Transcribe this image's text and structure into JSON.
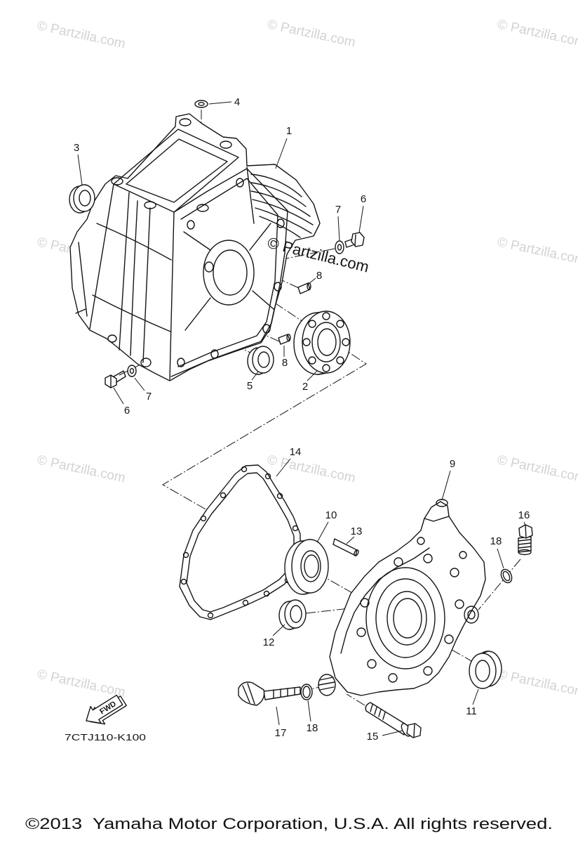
{
  "watermark": "© Partzilla.com",
  "center_watermark": "© Partzilla.com",
  "callouts": [
    "4",
    "1",
    "3",
    "7",
    "6",
    "8",
    "8",
    "5",
    "2",
    "6",
    "7",
    "14",
    "9",
    "10",
    "13",
    "16",
    "18",
    "12",
    "11",
    "17",
    "18",
    "15"
  ],
  "fwd_arrow_label": "FWD",
  "diagram_code": "7CTJ110-K100",
  "copyright": "©2013  Yamaha Motor Corporation, U.S.A. All rights reserved.",
  "colors": {
    "line": "#151515",
    "watermark": "#d3d3d3",
    "background": "#ffffff"
  }
}
